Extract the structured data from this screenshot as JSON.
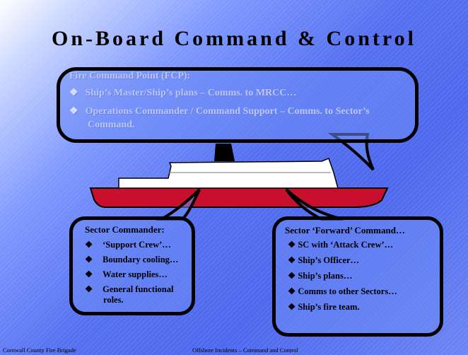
{
  "slide": {
    "title": "On-Board Command & Control",
    "fcp": {
      "heading": "Fire Command Point (FCP):",
      "items": [
        "Ship’s Master/Ship’s plans – Comms. to MRCC…",
        "Operations Commander / Command Support – Comms. to Sector’s",
        "Command."
      ]
    },
    "sector_commander": {
      "heading": "Sector Commander:",
      "items": [
        "‘Support Crew’…",
        "Boundary cooling…",
        "Water supplies…",
        "General functional",
        "roles."
      ]
    },
    "sector_forward": {
      "heading": "Sector ‘Forward’ Command…",
      "items": [
        "SC with ‘Attack Crew’…",
        "Ship’s Officer…",
        "Ship’s plans…",
        "Comms to other Sectors…",
        "Ship’s fire team."
      ]
    },
    "footer": {
      "left": "Cornwall County Fire Brigade",
      "center": "Offshore Incidents – Command and Control"
    },
    "colors": {
      "hull": "#c8102e",
      "superstructure": "#ffffff",
      "funnel": "#000000",
      "text_fcp": "#b9c6f7"
    },
    "icons": {
      "bullet": "diamond-bullet-icon"
    }
  }
}
